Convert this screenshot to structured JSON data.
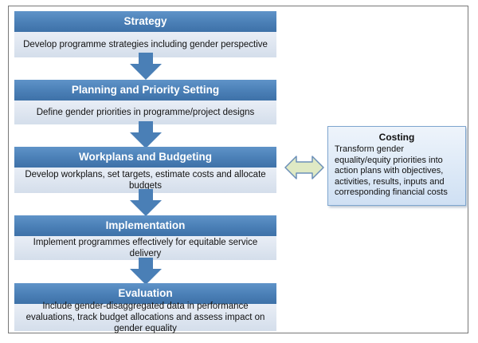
{
  "stages": [
    {
      "title": "Strategy",
      "description": "Develop programme strategies including gender perspective"
    },
    {
      "title": "Planning and Priority Setting",
      "description": "Define gender priorities in programme/project designs"
    },
    {
      "title": "Workplans and Budgeting",
      "description": "Develop workplans, set targets, estimate costs and allocate budgets"
    },
    {
      "title": "Implementation",
      "description": "Implement programmes effectively for equitable service delivery"
    },
    {
      "title": "Evaluation",
      "description": "Include gender-disaggregated data in performance evaluations, track budget allocations and assess impact on gender equality"
    }
  ],
  "side_box": {
    "title": "Costing",
    "description": "Transform gender equality/equity priorities into action plans with objectives, activities, results, inputs and corresponding financial costs"
  },
  "colors": {
    "stage_header": "#4a7fb6",
    "stage_body": "#dce4ef",
    "arrow": "#4a7fb6",
    "double_arrow_fill": "#dfe9c4",
    "double_arrow_stroke": "#6b8fb8",
    "side_box_border": "#7fa6cf"
  },
  "icons": {
    "flow_arrow": "down-arrow-icon",
    "link_arrow": "double-headed-arrow-icon"
  }
}
